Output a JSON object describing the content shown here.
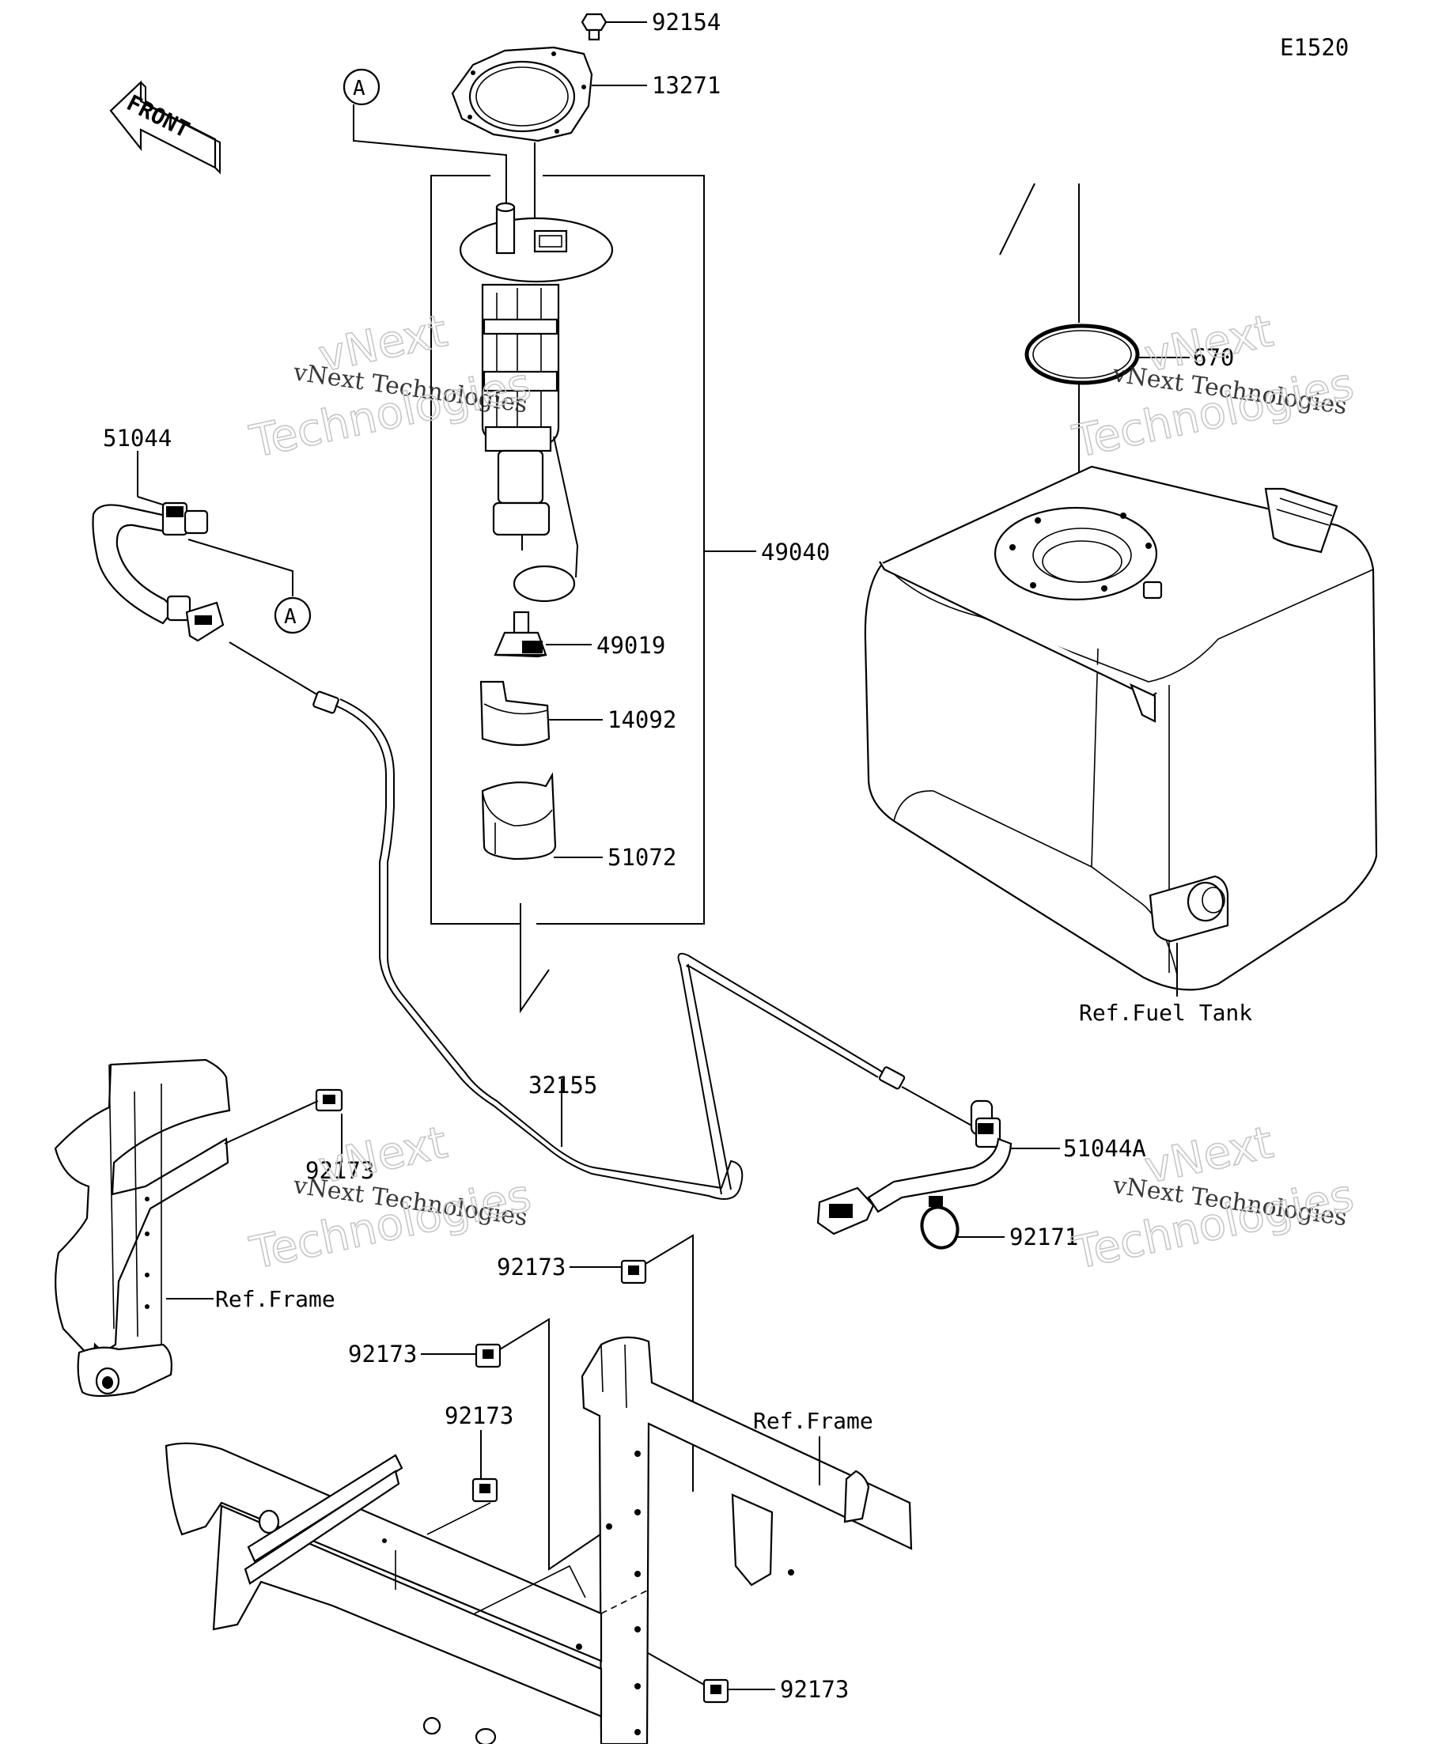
{
  "diagram_code": "E1520",
  "front_arrow_label": "FRONT",
  "callout_letter": "A",
  "parts": {
    "p92154": "92154",
    "p13271": "13271",
    "p49040": "49040",
    "p49019": "49019",
    "p14092": "14092",
    "p51072": "51072",
    "p51044": "51044",
    "p670": "670",
    "p32155": "32155",
    "p51044A": "51044A",
    "p92171": "92171",
    "p92173": "92173"
  },
  "references": {
    "fuel_tank": "Ref.Fuel Tank",
    "frame": "Ref.Frame"
  },
  "watermark": {
    "line1": "vNext Technologies",
    "line2a": "vNext",
    "line2b": "Technologies"
  }
}
